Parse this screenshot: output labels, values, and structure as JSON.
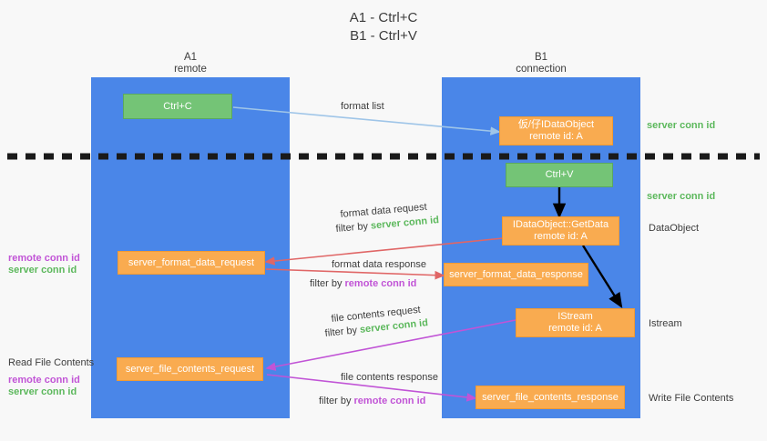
{
  "title": "A1 - Ctrl+C\nB1 - Ctrl+V",
  "lanes": {
    "left": {
      "name": "A1\nremote"
    },
    "right": {
      "name": "B1\nconnection"
    }
  },
  "nodes": {
    "ctrl_c": "Ctrl+C",
    "idataobject": "仮/仔IDataObject\nremote id: A",
    "ctrl_v": "Ctrl+V",
    "getdata": "IDataObject::GetData\nremote id: A",
    "format_data_request": "server_format_data_request",
    "format_data_response": "server_format_data_response",
    "istream": "IStream\nremote id: A",
    "file_contents_request": "server_file_contents_request",
    "file_contents_response": "server_file_contents_response"
  },
  "edges": {
    "format_list": "format list",
    "format_data_request_label": "format data request",
    "format_data_request_filter_prefix": "filter by ",
    "format_data_request_filter_value": "server conn id",
    "format_data_response_label": "format data response",
    "format_data_response_filter_prefix": "filter by ",
    "format_data_response_filter_value": "remote conn id",
    "file_contents_request_label": "file contents request",
    "file_contents_request_filter_prefix": "filter by ",
    "file_contents_request_filter_value": "server conn id",
    "file_contents_response_label": "file contents response",
    "file_contents_response_filter_prefix": "filter by ",
    "file_contents_response_filter_value": "remote conn id"
  },
  "annotations": {
    "left_mid_remote": "remote conn id",
    "left_mid_server": "server conn id",
    "left_bottom_title": "Read File Contents",
    "left_bottom_remote": "remote conn id",
    "left_bottom_server": "server conn id",
    "right_top_server": "server conn id",
    "right_second_server": "server conn id",
    "right_dataobject": "DataObject",
    "right_istream": "Istream",
    "right_write_file": "Write File Contents"
  },
  "colors": {
    "lane": "#4a86e8",
    "green_node": "#74c476",
    "orange_node": "#f9ab50",
    "green_text": "#5cb85c",
    "purple_text": "#c154d6",
    "red_arrow": "#e06666",
    "magenta_arrow": "#c154d6",
    "blue_arrow": "#9fc5e8",
    "divider": "#1a1a1a"
  }
}
